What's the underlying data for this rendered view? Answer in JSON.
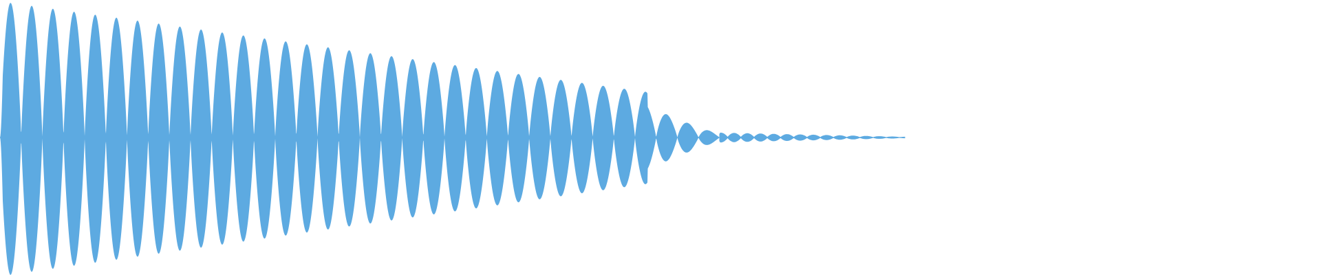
{
  "waveform": {
    "fill_color": "#5DAAE1",
    "background_color": "#FFFFFF",
    "cycle_count": 34,
    "audible_fraction": 0.545,
    "tail_fraction": 0.14
  }
}
